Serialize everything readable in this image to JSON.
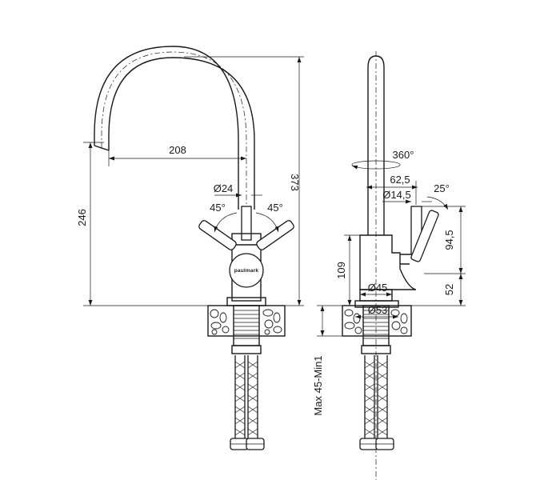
{
  "drawing": {
    "front": {
      "reach": "208",
      "total_height": "373",
      "spout_height": "246",
      "lever_diameter": "Ø24",
      "lever_angle_left": "45°",
      "lever_angle_right": "45°",
      "brand": "paulmark"
    },
    "side": {
      "rotation": "360°",
      "offset": "62,5",
      "lever_diameter": "Ø14,5",
      "lever_angle": "25°",
      "lever_height": "94,5",
      "lever_base": "52",
      "body_height": "109",
      "body_diameter": "Ø45",
      "base_diameter": "Ø53",
      "countertop": "Max 45-Min1"
    }
  }
}
